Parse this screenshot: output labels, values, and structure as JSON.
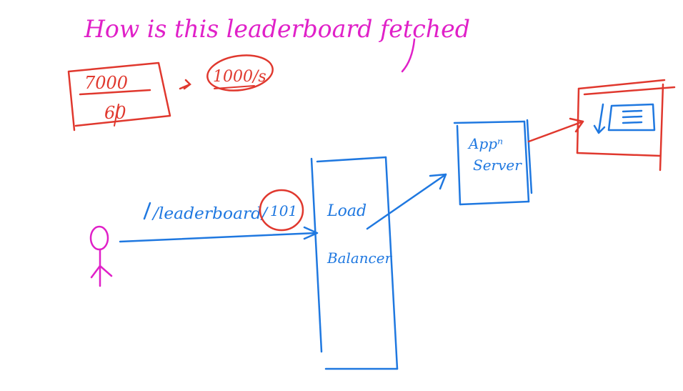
{
  "colors": {
    "magenta": "#e020c8",
    "red": "#e0382e",
    "blue": "#1f78e0",
    "background": "#ffffff"
  },
  "heading": {
    "text": "How is this leaderboard fetched"
  },
  "rate_note": {
    "numerator": "7000",
    "denominator": "60",
    "result": "1000/s"
  },
  "request": {
    "path": "/leaderboard/",
    "id": "101"
  },
  "load_balancer": {
    "line1": "Load",
    "line2": "Balancer"
  },
  "app_server": {
    "line1": "Appⁿ",
    "line2": "Server"
  },
  "icons": {
    "user": "stick-figure-user-icon",
    "database": "database-icon",
    "list": "list-icon"
  }
}
